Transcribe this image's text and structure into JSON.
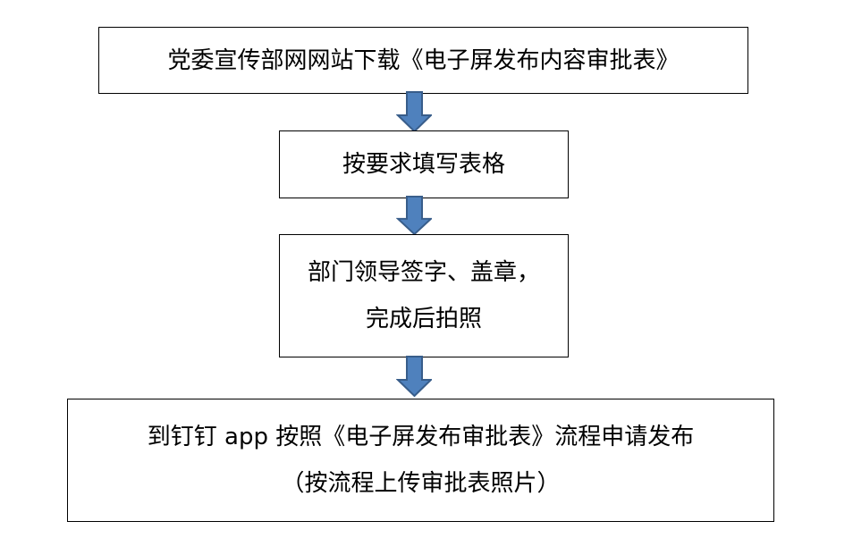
{
  "flowchart": {
    "steps": [
      {
        "lines": [
          "党委宣传部网网站下载《电子屏发布内容审批表》"
        ]
      },
      {
        "lines": [
          "按要求填写表格"
        ]
      },
      {
        "lines": [
          "部门领导签字、盖章，",
          "完成后拍照"
        ]
      },
      {
        "lines": [
          "到钉钉 app 按照《电子屏发布审批表》流程申请发布",
          "（按流程上传审批表照片）"
        ]
      }
    ],
    "colors": {
      "arrow_fill": "#4f81bd",
      "arrow_stroke": "#385d8a",
      "border": "#000000"
    }
  }
}
